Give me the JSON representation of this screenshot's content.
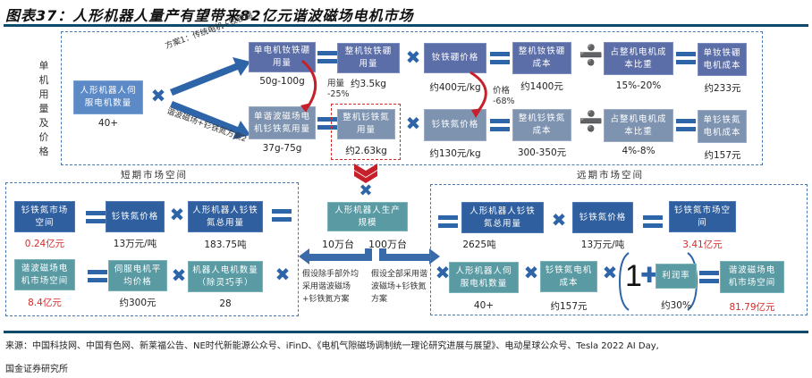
{
  "title": "图表37：人形机器人量产有望带来82亿元谐波磁场电机市场",
  "top_section": {
    "side_label": "单机用量及价格",
    "robot_motor_box": "人形机器人伺服电机数量",
    "robot_motor_value": "40+",
    "scheme1_label": "方案1：传统电机+钕铁硼",
    "scheme2_label": "谐波磁场+钐铁氮方案2",
    "row1": [
      {
        "box": "单电机钕铁硼用量",
        "value": "50g-100g"
      },
      {
        "box": "整机钕铁硼用量",
        "value": "约3.5kg"
      },
      {
        "box": "钕铁硼价格",
        "value": "约400元/kg"
      },
      {
        "box": "整机钕铁硼成本",
        "value": "约1400元"
      },
      {
        "box": "占整机电机成本比重",
        "value": "15%-20%"
      },
      {
        "box": "单钕铁硼电机成本",
        "value": "约233元"
      }
    ],
    "row2": [
      {
        "box": "单谐波磁场电机钐铁氮用量",
        "value": "37g-75g"
      },
      {
        "box": "整机钐铁氮用量",
        "value": "约2.63kg"
      },
      {
        "box": "钐铁氮价格",
        "value": "约130元/kg"
      },
      {
        "box": "整机钐铁氮成本",
        "value": "300-350元"
      },
      {
        "box": "占整机电机成本比重",
        "value": "4%-8%"
      },
      {
        "box": "单钐铁氮电机成本",
        "value": "约157元"
      }
    ],
    "usage_change": "用量-25%",
    "usage_change_l1": "用量",
    "usage_change_l2": "-25%",
    "price_change_l1": "价格",
    "price_change_l2": "-68%"
  },
  "short_term": {
    "title": "短期市场空间",
    "row1": [
      {
        "box": "钐铁氮市场空间",
        "value": "0.24亿元"
      },
      {
        "box": "钐铁氮价格",
        "value": "13万元/吨"
      },
      {
        "box": "人形机器人钐铁氮总用量",
        "value": "183.75吨"
      }
    ],
    "row2": [
      {
        "box": "谐波磁场电机市场空间",
        "value": "8.4亿元"
      },
      {
        "box": "伺服电机平均价格",
        "value": "约300元"
      },
      {
        "box": "机器人电机数量（除灵巧手）",
        "value": "28"
      }
    ]
  },
  "center": {
    "box": "人形机器人生产规模",
    "left_value": "10万台",
    "right_value": "100万台",
    "left_note": "假设除手部外均采用谐波磁场+钐铁氮方案",
    "right_note": "假设全部采用谐波磁场+钐铁氮方案"
  },
  "long_term": {
    "title": "远期市场空间",
    "row1": [
      {
        "box": "人形机器人钐铁氮总用量",
        "value": "2625吨"
      },
      {
        "box": "钐铁氮价格",
        "value": "13万元/吨"
      },
      {
        "box": "钐铁氮市场空间",
        "value": "3.41亿元"
      }
    ],
    "row2": [
      {
        "box": "人形机器人伺服电机数量",
        "value": "40+"
      },
      {
        "box": "钐铁氮电机成本",
        "value": "约157元"
      },
      {
        "box": "利润率",
        "value": "约30%"
      },
      {
        "box": "谐波磁场电机市场空间",
        "value": "81.79亿元"
      }
    ],
    "one": "1"
  },
  "source_line1": "来源：中国科技网、中国有色网、新莱福公告、NE时代新能源公众号、iFinD、《电机气隙磁场调制统一理论研究进展与展望》、电动星球公众号、Tesla 2022 AI Day,",
  "source_line2": "国金证券研究所",
  "colors": {
    "accent_blue": "#2e64a8",
    "red": "#d42a2a",
    "navy_box": "#2f5f9f",
    "teal_box": "#5a9aa3",
    "purple_box": "#5c6ea8",
    "gray_box": "#7e93b0",
    "rule": "#0d4a6b"
  }
}
